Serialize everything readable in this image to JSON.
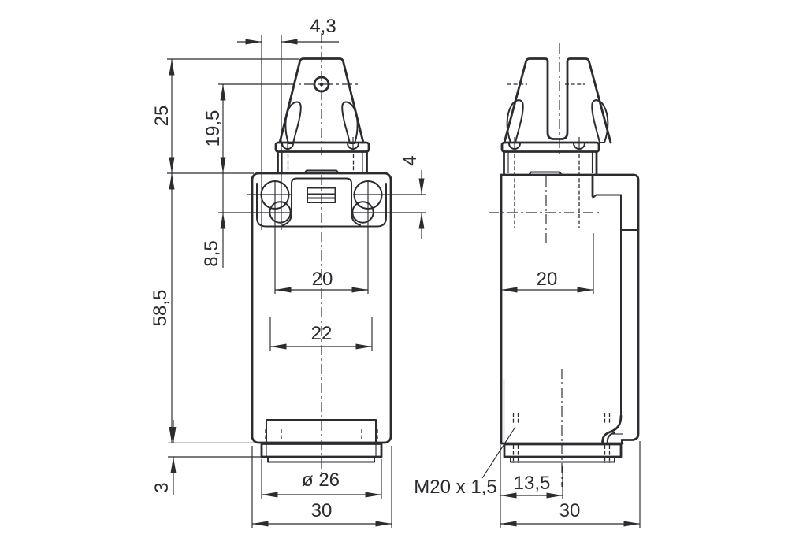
{
  "drawing": {
    "background": "#ffffff",
    "line_color": "#2b2b30",
    "views": {
      "front": {
        "dims": {
          "slot_width": "4,3",
          "head_height": "25",
          "hole_depth": "19,5",
          "slot_length": "4",
          "slot_offset": "8,5",
          "body_height": "58,5",
          "hole_spacing": "20",
          "slot_outer_spacing": "22",
          "base_height": "3",
          "base_diameter": "ø 26",
          "body_width": "30"
        }
      },
      "side": {
        "dims": {
          "body_depth": "20",
          "gland_offset": "13,5",
          "overall_depth": "30"
        },
        "thread_label": "M20 x 1,5"
      }
    }
  }
}
